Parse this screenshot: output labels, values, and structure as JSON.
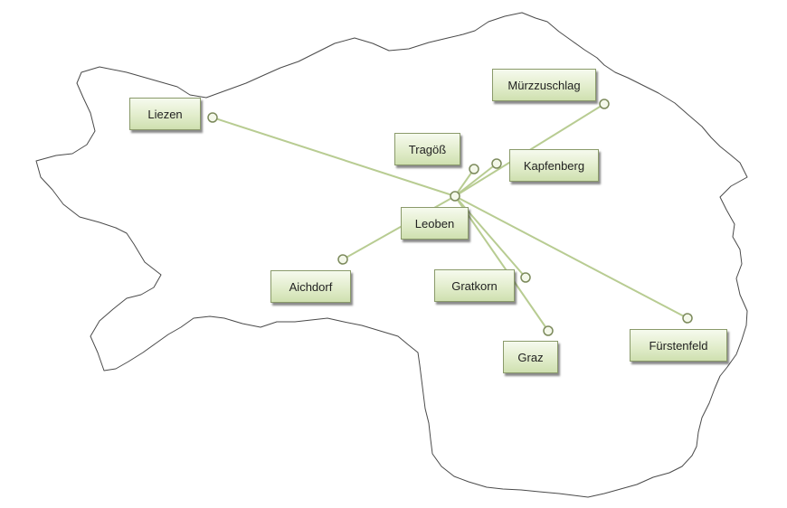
{
  "colors": {
    "border": "#4a4a4a",
    "connector": "#b8cc92",
    "node_fill": "#f4f8ea",
    "node_stroke": "#7c8a5c",
    "label_fill": "#e2edcc"
  },
  "places": [
    {
      "id": "liezen",
      "label": "Liezen"
    },
    {
      "id": "muerzzuschlag",
      "label": "Mürzzuschlag"
    },
    {
      "id": "tragoess",
      "label": "Tragöß"
    },
    {
      "id": "kapfenberg",
      "label": "Kapfenberg"
    },
    {
      "id": "leoben",
      "label": "Leoben"
    },
    {
      "id": "aichdorf",
      "label": "Aichdorf"
    },
    {
      "id": "gratkorn",
      "label": "Gratkorn"
    },
    {
      "id": "graz",
      "label": "Graz"
    },
    {
      "id": "fuerstenfeld",
      "label": "Fürstenfeld"
    }
  ]
}
